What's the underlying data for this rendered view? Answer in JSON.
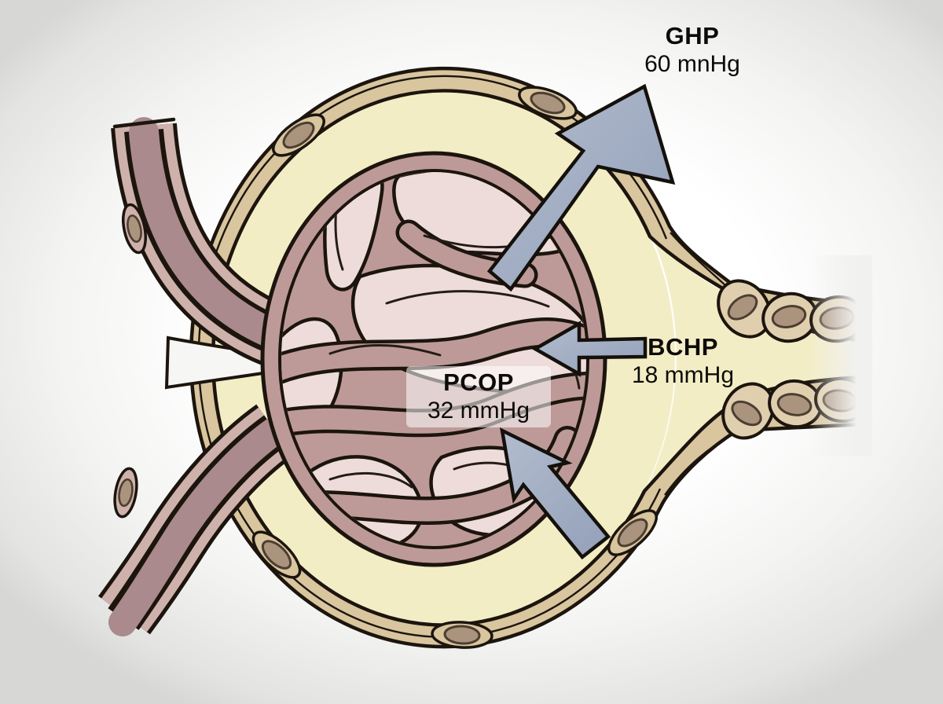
{
  "figure": {
    "subject": "Renal corpuscle filtration pressures (glomerulus in Bowman's capsule with afferent/efferent arterioles and proximal tubule)",
    "type": "anatomical-illustration"
  },
  "labels": {
    "ghp": {
      "abbr": "GHP",
      "value": "60 mnHg"
    },
    "bchp": {
      "abbr": "BCHP",
      "value": "18 mmHg"
    },
    "pcop": {
      "abbr": "PCOP",
      "value": "32 mmHg"
    }
  },
  "arrows": [
    {
      "name": "ghp-arrow",
      "direction": "up-right, outward from glomerulus"
    },
    {
      "name": "bchp-arrow",
      "direction": "left, inward from capsule"
    },
    {
      "name": "pcop-arrow",
      "direction": "up-left, inward toward glomerulus"
    }
  ],
  "colors": {
    "arrow_fill": "#9fabc2",
    "outline": "#1c150e",
    "capsule_space": "#f3edc6",
    "capsule_wall": "#d9c59e",
    "tubule_cell": "#e0cfae",
    "nucleus": "#ab947e",
    "glomerulus_capillary": "#bd9a98",
    "glomerulus_space": "#eedcda",
    "vessel_wall": "#cfb1ac",
    "vessel_lumen": "#aa8a8c",
    "background": "#ffffff"
  }
}
